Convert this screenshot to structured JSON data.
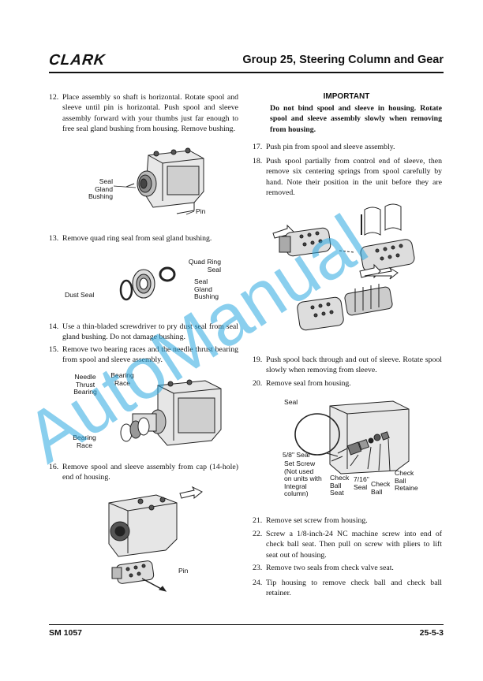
{
  "header": {
    "logo": "CLARK",
    "title": "Group 25, Steering Column and Gear"
  },
  "footer": {
    "left": "SM 1057",
    "right": "25-5-3"
  },
  "watermark": "AutoManual",
  "important": {
    "heading": "IMPORTANT",
    "body": "Do not bind spool and sleeve in housing. Rotate spool and sleeve assembly slowly when removing from housing."
  },
  "steps": {
    "s12": {
      "num": "12.",
      "text": "Place assembly so shaft is horizontal. Rotate spool and sleeve until pin is horizontal. Push spool and sleeve assembly forward with your thumbs just far enough to free seal gland bushing from housing. Remove bushing."
    },
    "s13": {
      "num": "13.",
      "text": "Remove quad ring seal from seal gland bushing."
    },
    "s14": {
      "num": "14.",
      "text": "Use a thin-bladed screwdriver to pry dust seal from seal gland bushing. Do not damage bushing."
    },
    "s15": {
      "num": "15.",
      "text": "Remove two bearing races and the needle thrust bearing from spool and sleeve assembly."
    },
    "s16": {
      "num": "16.",
      "text": "Remove spool and sleeve assembly from cap (14-hole) end of housing."
    },
    "s17": {
      "num": "17.",
      "text": "Push pin from spool and sleeve assembly."
    },
    "s18": {
      "num": "18.",
      "text": "Push spool partially from control end of sleeve, then remove six centering springs from spool carefully by hand. Note their position in the unit before they are removed."
    },
    "s19": {
      "num": "19.",
      "text": "Push spool back through and out of sleeve. Rotate spool slowly when removing from sleeve."
    },
    "s20": {
      "num": "20.",
      "text": "Remove seal from housing."
    },
    "s21": {
      "num": "21.",
      "text": "Remove set screw from housing."
    },
    "s22": {
      "num": "22.",
      "text": "Screw a 1/8-inch-24 NC machine screw into end of check ball seat. Then pull on screw with pliers to lift seat out of housing."
    },
    "s23": {
      "num": "23.",
      "text": "Remove two seals from check valve seat."
    },
    "s24": {
      "num": "24.",
      "text": "Tip housing to remove check ball and check ball retainer."
    }
  },
  "fig1": {
    "seal": "Seal",
    "gland": "Gland",
    "bushing": "Bushing",
    "pin": "Pin"
  },
  "fig2": {
    "quad1": "Quad Ring",
    "quad2": "Seal",
    "seal1": "Seal",
    "seal2": "Gland",
    "seal3": "Bushing",
    "dust": "Dust Seal"
  },
  "fig3": {
    "n1": "Needle",
    "n2": "Thrust",
    "n3": "Bearing",
    "r1": "Bearing",
    "r2": "Race",
    "b1": "Bearing",
    "b2": "Race"
  },
  "fig4": {
    "pin": "Pin"
  },
  "fig6": {
    "seal": "Seal",
    "s58": "5/8\" Seal",
    "ss1": "Set Screw",
    "ss2": "(Not used",
    "ss3": "on units with",
    "ss4": "Integral",
    "ss5": "column)",
    "cbs1": "Check",
    "cbs2": "Ball",
    "cbs3": "Seat",
    "s716a": "7/16\"",
    "s716b": "Seal",
    "cb1": "Check",
    "cb2": "Ball",
    "cbr1": "Check",
    "cbr2": "Ball",
    "cbr3": "Retaine"
  }
}
